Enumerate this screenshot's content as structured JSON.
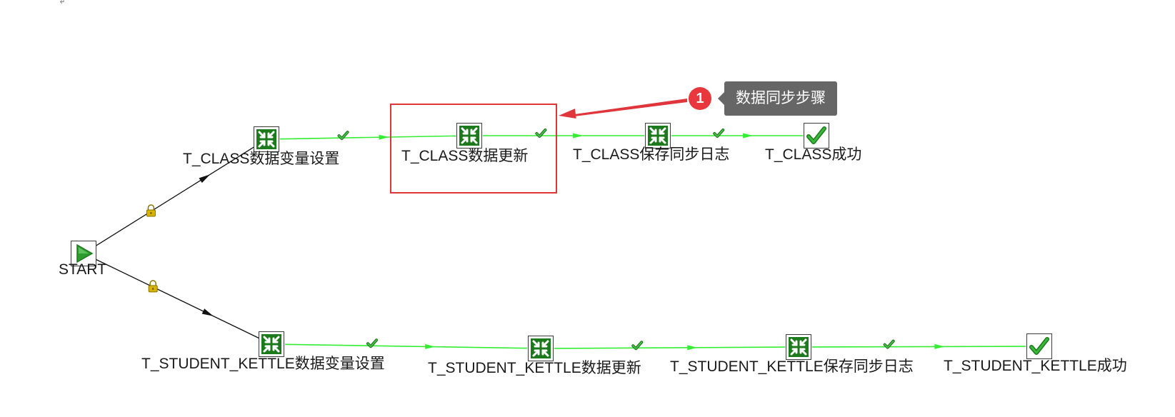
{
  "diagram": {
    "nodes": [
      {
        "id": "start",
        "label": "START",
        "icon": "start-play-icon"
      },
      {
        "id": "class_var",
        "label": "T_CLASS数据变量设置",
        "icon": "transform-arrows-icon"
      },
      {
        "id": "class_update",
        "label": "T_CLASS数据更新",
        "icon": "transform-arrows-icon"
      },
      {
        "id": "class_log",
        "label": "T_CLASS保存同步日志",
        "icon": "transform-arrows-icon"
      },
      {
        "id": "class_success",
        "label": "T_CLASS成功",
        "icon": "success-check-icon"
      },
      {
        "id": "student_var",
        "label": "T_STUDENT_KETTLE数据变量设置",
        "icon": "transform-arrows-icon"
      },
      {
        "id": "student_update",
        "label": "T_STUDENT_KETTLE数据更新",
        "icon": "transform-arrows-icon"
      },
      {
        "id": "student_log",
        "label": "T_STUDENT_KETTLE保存同步日志",
        "icon": "transform-arrows-icon"
      },
      {
        "id": "student_success",
        "label": "T_STUDENT_KETTLE成功",
        "icon": "success-check-icon"
      }
    ],
    "edges": [
      {
        "from": "start",
        "to": "class_var",
        "type": "unconditional",
        "icon": "lock-icon"
      },
      {
        "from": "start",
        "to": "student_var",
        "type": "unconditional",
        "icon": "lock-icon"
      },
      {
        "from": "class_var",
        "to": "class_update",
        "type": "on-success",
        "icon": "check-icon"
      },
      {
        "from": "class_update",
        "to": "class_log",
        "type": "on-success",
        "icon": "check-icon"
      },
      {
        "from": "class_log",
        "to": "class_success",
        "type": "on-success",
        "icon": "check-icon"
      },
      {
        "from": "student_var",
        "to": "student_update",
        "type": "on-success",
        "icon": "check-icon"
      },
      {
        "from": "student_update",
        "to": "student_log",
        "type": "on-success",
        "icon": "check-icon"
      },
      {
        "from": "student_log",
        "to": "student_success",
        "type": "on-success",
        "icon": "check-icon"
      }
    ]
  },
  "annotation": {
    "badge": "1",
    "tooltip": "数据同步步骤",
    "target": "class_update"
  },
  "corner_mark": "↲",
  "colors": {
    "success_link": "#33ee33",
    "default_link": "#111111",
    "node_green": "#1c7a1c",
    "highlight": "#e0363b",
    "callout_badge": "#e8383d",
    "callout_tip": "#666666",
    "lock": "#d8b400"
  }
}
